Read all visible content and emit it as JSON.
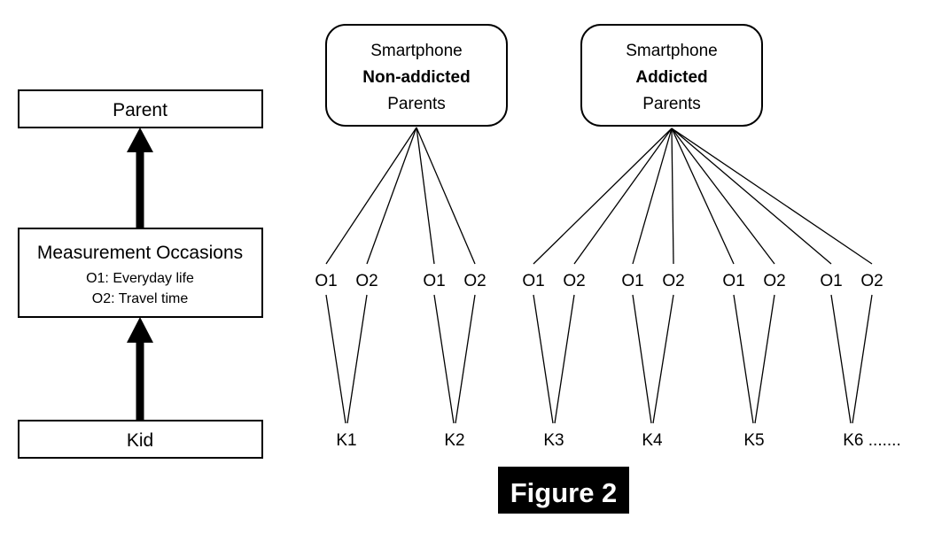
{
  "figure": {
    "caption": "Figure 2",
    "caption_bg_color": "#000000",
    "caption_text_color": "#ffffff"
  },
  "legend_panel": {
    "levels": [
      {
        "id": "parent",
        "label": "Parent",
        "sublines": []
      },
      {
        "id": "measurement-occasions",
        "label": "Measurement Occasions",
        "sublines": [
          "O1: Everyday life",
          "O2: Travel time"
        ]
      },
      {
        "id": "kid",
        "label": "Kid",
        "sublines": []
      }
    ],
    "arrow_direction": "upward"
  },
  "tree": {
    "groups": [
      {
        "id": "non-addicted",
        "line1": "Smartphone",
        "line2": "Non-addicted",
        "line3": "Parents",
        "child_count": 2,
        "occasion_count": 4
      },
      {
        "id": "addicted",
        "line1": "Smartphone",
        "line2": "Addicted",
        "line3": "Parents",
        "child_count": 4,
        "occasion_count": 8
      }
    ],
    "occasion_labels": [
      "O1",
      "O2",
      "O1",
      "O2",
      "O1",
      "O2",
      "O1",
      "O2",
      "O1",
      "O2",
      "O1",
      "O2"
    ],
    "kid_labels": [
      "K1",
      "K2",
      "K3",
      "K4",
      "K5",
      "K6 ......."
    ],
    "occasion_legend": {
      "O1": "Everyday life",
      "O2": "Travel time"
    }
  },
  "colors": {
    "stroke": "#000000",
    "fill": "#ffffff",
    "caption_bg": "#000000"
  }
}
